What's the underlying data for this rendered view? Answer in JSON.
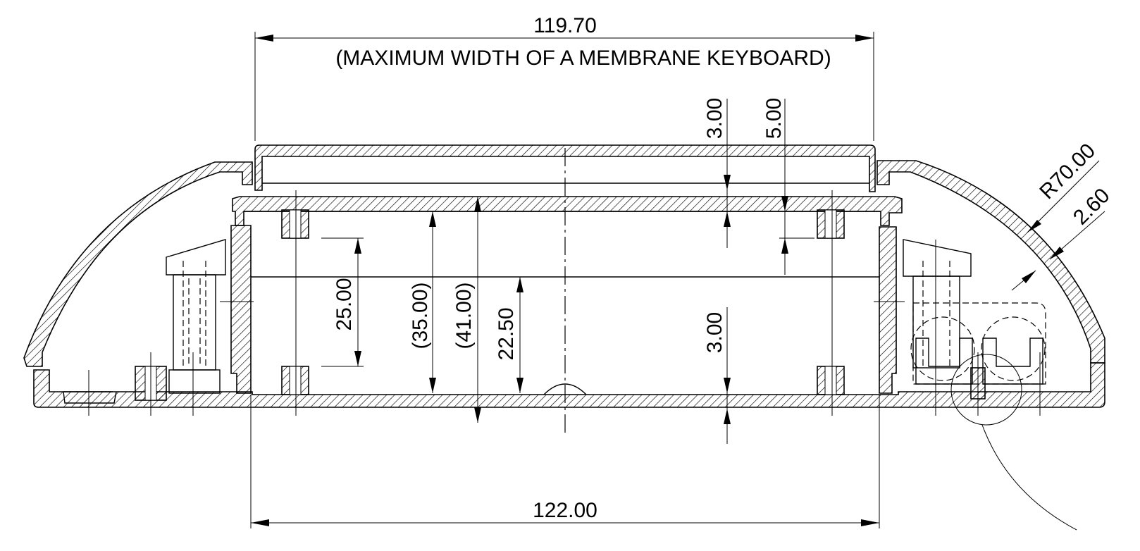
{
  "dimensions": {
    "top_width": "119.70",
    "top_width_note": "(MAXIMUM WIDTH OF A MEMBRANE KEYBOARD)",
    "bottom_width": "122.00",
    "cover_recess": "3.00",
    "top_offset": "5.00",
    "inner_height": "25.00",
    "inner_ref_35": "(35.00)",
    "inner_ref_41": "(41.00)",
    "pcb_height": "22.50",
    "floor_thickness": "3.00",
    "outer_radius": "R70.00",
    "wall_thickness": "2.60"
  }
}
